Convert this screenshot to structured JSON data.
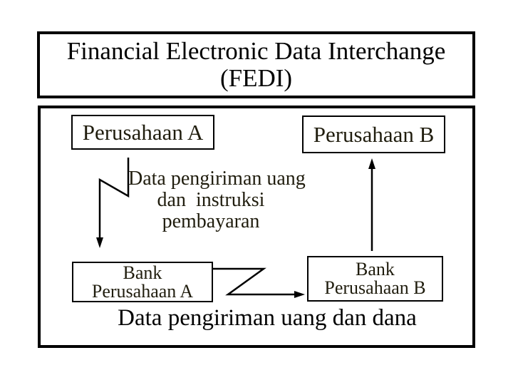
{
  "slide": {
    "title": {
      "line1": "Financial Electronic Data Interchange",
      "line2": "(FEDI)"
    }
  },
  "diagram": {
    "nodes": {
      "perusahaan_a": {
        "label": "Perusahaan A"
      },
      "perusahaan_b": {
        "label": "Perusahaan B"
      },
      "bank_a": {
        "line1": "Bank",
        "line2": "Perusahaan A"
      },
      "bank_b": {
        "line1": "Bank",
        "line2": "Perusahaan B"
      }
    },
    "flow_labels": {
      "instruction": {
        "line1": "Data pengiriman uang",
        "line2": "dan  instruksi",
        "line3": "pembayaran"
      },
      "bottom": "Data pengiriman uang dan dana"
    },
    "connectors": [
      {
        "name": "perusahaan-a-to-bank-a",
        "style": "zigzag",
        "direction": "down"
      },
      {
        "name": "bank-b-to-perusahaan-b",
        "style": "straight",
        "direction": "up"
      },
      {
        "name": "bank-a-to-bank-b",
        "style": "zigzag",
        "direction": "right"
      }
    ],
    "colors": {
      "background": "#ffffff",
      "line": "#000000",
      "title_text": "#000000",
      "node_text": "#201d0e"
    }
  }
}
